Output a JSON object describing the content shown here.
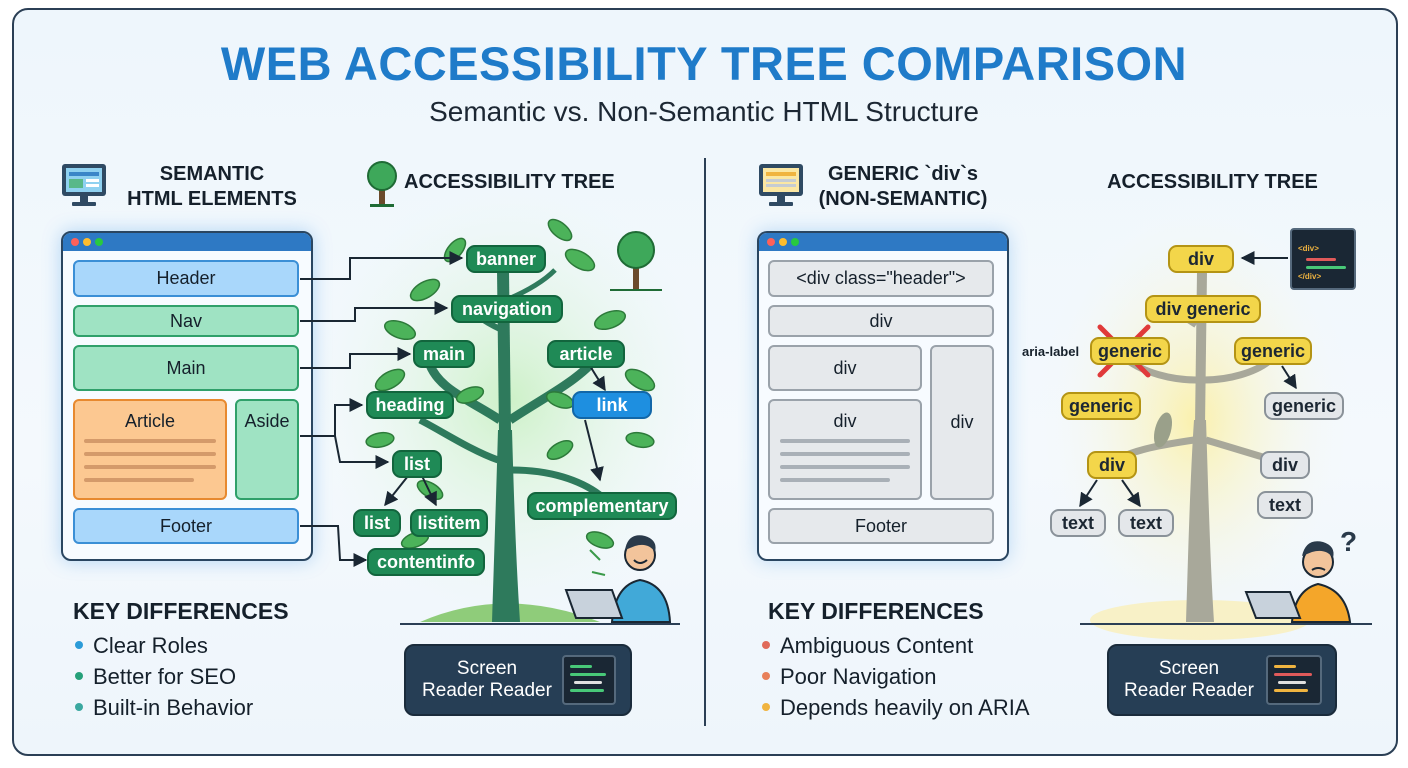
{
  "header": {
    "title": "WEB ACCESSIBILITY TREE COMPARISON",
    "subtitle": "Semantic vs. Non-Semantic HTML Structure"
  },
  "left": {
    "html_title": [
      "SEMANTIC",
      "HTML ELEMENTS"
    ],
    "tree_title": "ACCESSIBILITY TREE",
    "blocks": {
      "header": "Header",
      "nav": "Nav",
      "main": "Main",
      "article": "Article",
      "aside": "Aside",
      "footer": "Footer"
    },
    "nodes": {
      "banner": "banner",
      "navigation": "navigation",
      "main": "main",
      "article": "article",
      "link": "link",
      "heading": "heading",
      "list": "list",
      "list2": "list",
      "listitem": "listitem",
      "complementary": "complementary",
      "contentinfo": "contentinfo"
    },
    "key_title": "KEY DIFFERENCES",
    "key_items": [
      "Clear Roles",
      "Better for SEO",
      "Built-in Behavior"
    ],
    "screen_reader": [
      "Screen",
      "Reader Reader"
    ]
  },
  "right": {
    "html_title": [
      "GENERIC `div`s",
      "(NON-SEMANTIC)"
    ],
    "tree_title": "ACCESSIBILITY TREE",
    "blocks": {
      "header": "<div class=\"header\">",
      "nav": "div",
      "main": "div",
      "article": "div",
      "aside": "div",
      "footer": "Footer"
    },
    "nodes": {
      "div_root": "div",
      "div_generic": "div generic",
      "generic_x": "generic",
      "generic_r": "generic",
      "generic_l": "generic",
      "generic_r2": "generic",
      "div_l": "div",
      "div_r": "div",
      "text1": "text",
      "text2": "text",
      "text3": "text"
    },
    "aria_label": "aria-label",
    "question_mark": "?",
    "key_title": "KEY DIFFERENCES",
    "key_items": [
      "Ambiguous Content",
      "Poor Navigation",
      "Depends heavily on ARIA"
    ],
    "screen_reader": [
      "Screen",
      "Reader Reader"
    ]
  },
  "colors": {
    "title": "#1f7bc9",
    "semantic_node": "#1f8a56",
    "link_node": "#1e8fe0",
    "generic_node": "#f3d64a",
    "gray_node": "#e4e7ea",
    "error_x": "#e03a3a"
  }
}
